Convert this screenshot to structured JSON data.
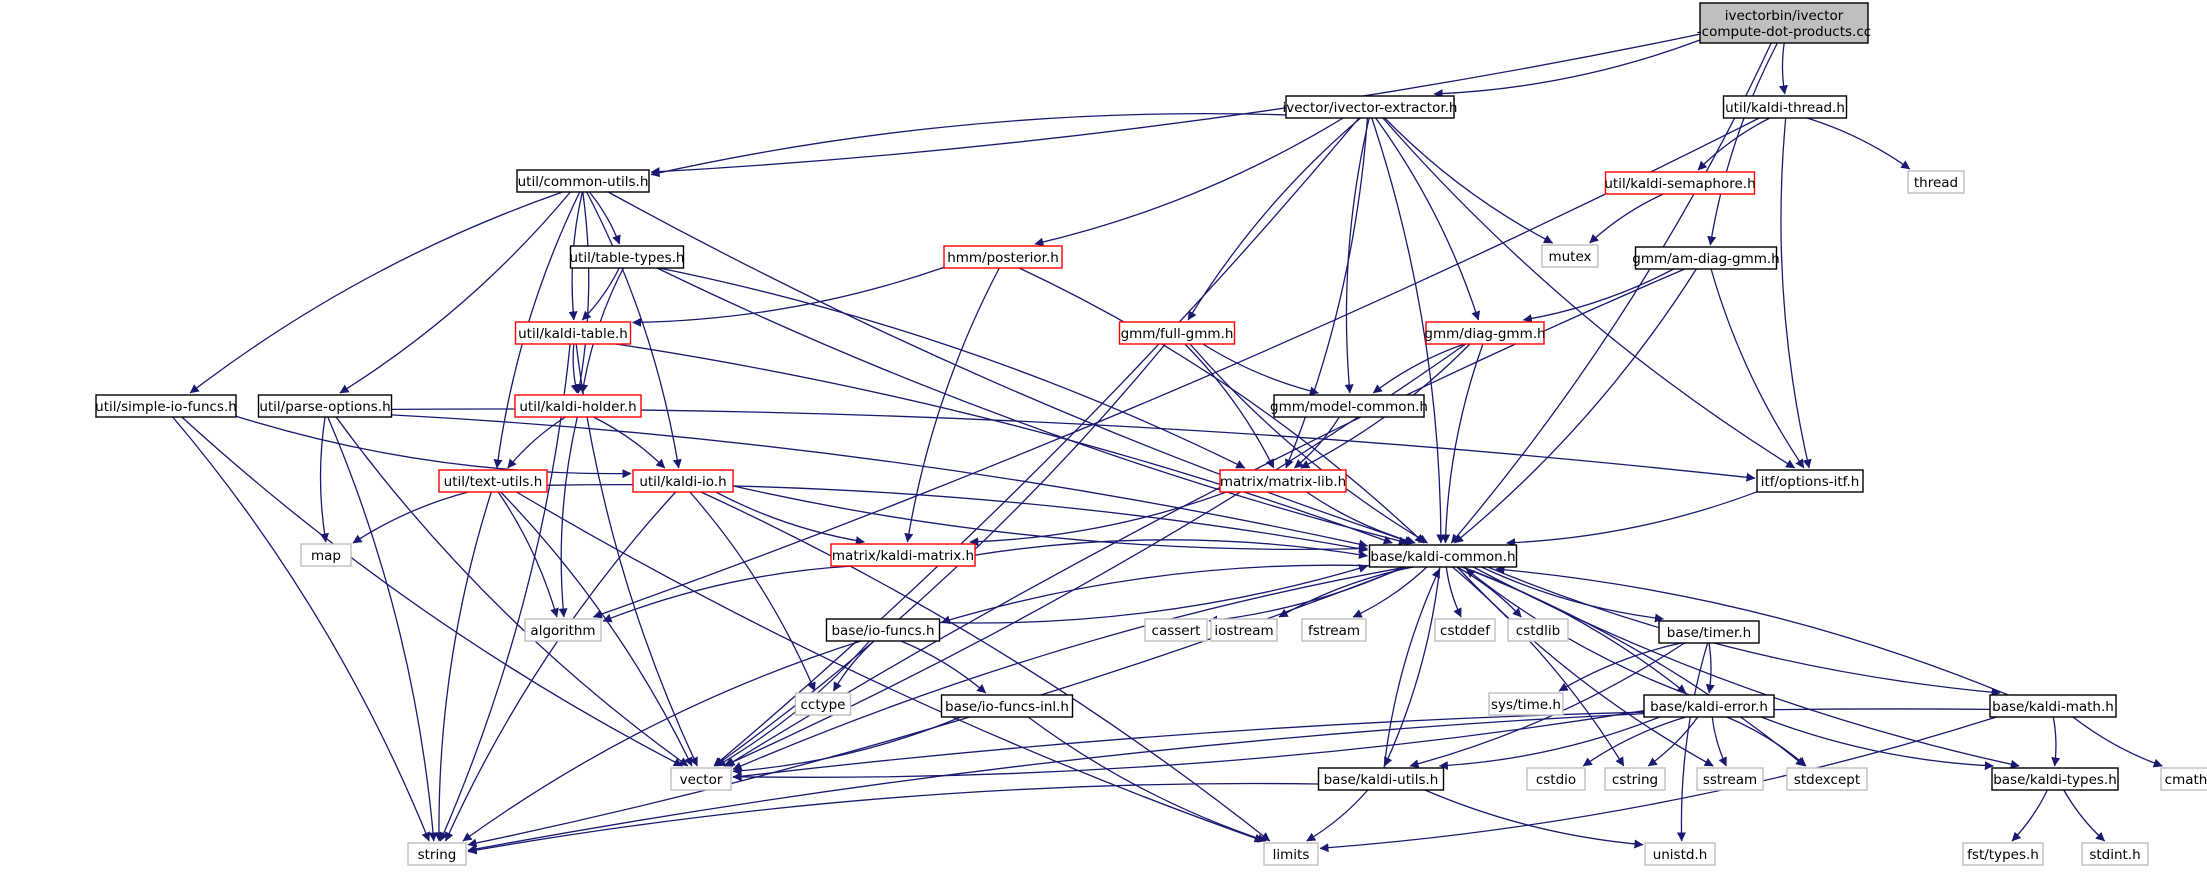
{
  "colors": {
    "edge": "#191970",
    "root_fill": "#bfbfbf",
    "root_border": "#000000",
    "documented_border": "#000000",
    "incomplete_border": "#ff0000",
    "system_border": "#bfbfbf",
    "system_text": "#555555"
  },
  "nodes": [
    {
      "id": "root",
      "lines": [
        "ivectorbin/ivector",
        "-compute-dot-products.cc"
      ],
      "kind": "root"
    },
    {
      "id": "ivector-extractor",
      "lines": [
        "ivector/ivector-extractor.h"
      ],
      "kind": "documented"
    },
    {
      "id": "kaldi-thread",
      "lines": [
        "util/kaldi-thread.h"
      ],
      "kind": "documented"
    },
    {
      "id": "common-utils",
      "lines": [
        "util/common-utils.h"
      ],
      "kind": "documented"
    },
    {
      "id": "kaldi-semaphore",
      "lines": [
        "util/kaldi-semaphore.h"
      ],
      "kind": "incomplete"
    },
    {
      "id": "thread",
      "lines": [
        "thread"
      ],
      "kind": "system"
    },
    {
      "id": "mutex",
      "lines": [
        "mutex"
      ],
      "kind": "system"
    },
    {
      "id": "am-diag-gmm",
      "lines": [
        "gmm/am-diag-gmm.h"
      ],
      "kind": "documented"
    },
    {
      "id": "table-types",
      "lines": [
        "util/table-types.h"
      ],
      "kind": "documented"
    },
    {
      "id": "posterior",
      "lines": [
        "hmm/posterior.h"
      ],
      "kind": "incomplete"
    },
    {
      "id": "kaldi-table",
      "lines": [
        "util/kaldi-table.h"
      ],
      "kind": "incomplete"
    },
    {
      "id": "full-gmm",
      "lines": [
        "gmm/full-gmm.h"
      ],
      "kind": "incomplete"
    },
    {
      "id": "diag-gmm",
      "lines": [
        "gmm/diag-gmm.h"
      ],
      "kind": "incomplete"
    },
    {
      "id": "simple-io-funcs",
      "lines": [
        "util/simple-io-funcs.h"
      ],
      "kind": "documented"
    },
    {
      "id": "parse-options",
      "lines": [
        "util/parse-options.h"
      ],
      "kind": "documented"
    },
    {
      "id": "kaldi-holder",
      "lines": [
        "util/kaldi-holder.h"
      ],
      "kind": "incomplete"
    },
    {
      "id": "model-common",
      "lines": [
        "gmm/model-common.h"
      ],
      "kind": "documented"
    },
    {
      "id": "text-utils",
      "lines": [
        "util/text-utils.h"
      ],
      "kind": "incomplete"
    },
    {
      "id": "kaldi-io",
      "lines": [
        "util/kaldi-io.h"
      ],
      "kind": "incomplete"
    },
    {
      "id": "matrix-lib",
      "lines": [
        "matrix/matrix-lib.h"
      ],
      "kind": "incomplete"
    },
    {
      "id": "options-itf",
      "lines": [
        "itf/options-itf.h"
      ],
      "kind": "documented"
    },
    {
      "id": "map",
      "lines": [
        "map"
      ],
      "kind": "system"
    },
    {
      "id": "kaldi-matrix",
      "lines": [
        "matrix/kaldi-matrix.h"
      ],
      "kind": "incomplete"
    },
    {
      "id": "kaldi-common",
      "lines": [
        "base/kaldi-common.h"
      ],
      "kind": "documented"
    },
    {
      "id": "algorithm",
      "lines": [
        "algorithm"
      ],
      "kind": "system"
    },
    {
      "id": "io-funcs",
      "lines": [
        "base/io-funcs.h"
      ],
      "kind": "documented"
    },
    {
      "id": "cassert",
      "lines": [
        "cassert"
      ],
      "kind": "system"
    },
    {
      "id": "iostream",
      "lines": [
        "iostream"
      ],
      "kind": "system"
    },
    {
      "id": "fstream",
      "lines": [
        "fstream"
      ],
      "kind": "system"
    },
    {
      "id": "cstddef",
      "lines": [
        "cstddef"
      ],
      "kind": "system"
    },
    {
      "id": "cstdlib",
      "lines": [
        "cstdlib"
      ],
      "kind": "system"
    },
    {
      "id": "timer",
      "lines": [
        "base/timer.h"
      ],
      "kind": "documented"
    },
    {
      "id": "sys-time",
      "lines": [
        "sys/time.h"
      ],
      "kind": "system"
    },
    {
      "id": "cctype",
      "lines": [
        "cctype"
      ],
      "kind": "system"
    },
    {
      "id": "io-funcs-inl",
      "lines": [
        "base/io-funcs-inl.h"
      ],
      "kind": "documented"
    },
    {
      "id": "kaldi-error",
      "lines": [
        "base/kaldi-error.h"
      ],
      "kind": "documented"
    },
    {
      "id": "kaldi-math",
      "lines": [
        "base/kaldi-math.h"
      ],
      "kind": "documented"
    },
    {
      "id": "vector",
      "lines": [
        "vector"
      ],
      "kind": "system"
    },
    {
      "id": "kaldi-utils",
      "lines": [
        "base/kaldi-utils.h"
      ],
      "kind": "documented"
    },
    {
      "id": "cstdio",
      "lines": [
        "cstdio"
      ],
      "kind": "system"
    },
    {
      "id": "cstring",
      "lines": [
        "cstring"
      ],
      "kind": "system"
    },
    {
      "id": "sstream",
      "lines": [
        "sstream"
      ],
      "kind": "system"
    },
    {
      "id": "stdexcept",
      "lines": [
        "stdexcept"
      ],
      "kind": "system"
    },
    {
      "id": "kaldi-types",
      "lines": [
        "base/kaldi-types.h"
      ],
      "kind": "documented"
    },
    {
      "id": "cmath",
      "lines": [
        "cmath"
      ],
      "kind": "system"
    },
    {
      "id": "string",
      "lines": [
        "string"
      ],
      "kind": "system"
    },
    {
      "id": "limits",
      "lines": [
        "limits"
      ],
      "kind": "system"
    },
    {
      "id": "unistd",
      "lines": [
        "unistd.h"
      ],
      "kind": "system"
    },
    {
      "id": "fst-types",
      "lines": [
        "fst/types.h"
      ],
      "kind": "system"
    },
    {
      "id": "stdint",
      "lines": [
        "stdint.h"
      ],
      "kind": "system"
    }
  ],
  "edges": [
    [
      "root",
      "ivector-extractor"
    ],
    [
      "root",
      "kaldi-thread"
    ],
    [
      "root",
      "common-utils"
    ],
    [
      "root",
      "am-diag-gmm"
    ],
    [
      "root",
      "kaldi-common"
    ],
    [
      "ivector-extractor",
      "common-utils"
    ],
    [
      "ivector-extractor",
      "vector"
    ],
    [
      "ivector-extractor",
      "mutex"
    ],
    [
      "ivector-extractor",
      "posterior"
    ],
    [
      "ivector-extractor",
      "full-gmm"
    ],
    [
      "ivector-extractor",
      "diag-gmm"
    ],
    [
      "ivector-extractor",
      "model-common"
    ],
    [
      "ivector-extractor",
      "matrix-lib"
    ],
    [
      "ivector-extractor",
      "options-itf"
    ],
    [
      "ivector-extractor",
      "kaldi-common"
    ],
    [
      "kaldi-thread",
      "kaldi-semaphore"
    ],
    [
      "kaldi-thread",
      "thread"
    ],
    [
      "kaldi-thread",
      "options-itf"
    ],
    [
      "kaldi-thread",
      "algorithm"
    ],
    [
      "kaldi-semaphore",
      "mutex"
    ],
    [
      "common-utils",
      "table-types"
    ],
    [
      "common-utils",
      "kaldi-table"
    ],
    [
      "common-utils",
      "kaldi-holder"
    ],
    [
      "common-utils",
      "simple-io-funcs"
    ],
    [
      "common-utils",
      "parse-options"
    ],
    [
      "common-utils",
      "text-utils"
    ],
    [
      "common-utils",
      "kaldi-io"
    ],
    [
      "common-utils",
      "kaldi-common"
    ],
    [
      "am-diag-gmm",
      "diag-gmm"
    ],
    [
      "am-diag-gmm",
      "options-itf"
    ],
    [
      "am-diag-gmm",
      "kaldi-common"
    ],
    [
      "am-diag-gmm",
      "vector"
    ],
    [
      "table-types",
      "kaldi-table"
    ],
    [
      "table-types",
      "kaldi-holder"
    ],
    [
      "table-types",
      "matrix-lib"
    ],
    [
      "table-types",
      "kaldi-common"
    ],
    [
      "posterior",
      "kaldi-table"
    ],
    [
      "posterior",
      "kaldi-matrix"
    ],
    [
      "posterior",
      "kaldi-common"
    ],
    [
      "kaldi-table",
      "kaldi-holder"
    ],
    [
      "kaldi-table",
      "string"
    ],
    [
      "kaldi-table",
      "vector"
    ],
    [
      "kaldi-table",
      "kaldi-common"
    ],
    [
      "full-gmm",
      "model-common"
    ],
    [
      "full-gmm",
      "matrix-lib"
    ],
    [
      "full-gmm",
      "kaldi-common"
    ],
    [
      "full-gmm",
      "vector"
    ],
    [
      "diag-gmm",
      "model-common"
    ],
    [
      "diag-gmm",
      "matrix-lib"
    ],
    [
      "diag-gmm",
      "kaldi-common"
    ],
    [
      "diag-gmm",
      "vector"
    ],
    [
      "simple-io-funcs",
      "kaldi-io"
    ],
    [
      "simple-io-funcs",
      "string"
    ],
    [
      "simple-io-funcs",
      "vector"
    ],
    [
      "parse-options",
      "options-itf"
    ],
    [
      "parse-options",
      "map"
    ],
    [
      "parse-options",
      "string"
    ],
    [
      "parse-options",
      "vector"
    ],
    [
      "parse-options",
      "kaldi-common"
    ],
    [
      "kaldi-holder",
      "text-utils"
    ],
    [
      "kaldi-holder",
      "kaldi-io"
    ],
    [
      "kaldi-holder",
      "algorithm"
    ],
    [
      "model-common",
      "matrix-lib"
    ],
    [
      "text-utils",
      "map"
    ],
    [
      "text-utils",
      "algorithm"
    ],
    [
      "text-utils",
      "string"
    ],
    [
      "text-utils",
      "vector"
    ],
    [
      "text-utils",
      "limits"
    ],
    [
      "text-utils",
      "kaldi-common"
    ],
    [
      "kaldi-io",
      "kaldi-matrix"
    ],
    [
      "kaldi-io",
      "cctype"
    ],
    [
      "kaldi-io",
      "string"
    ],
    [
      "kaldi-io",
      "limits"
    ],
    [
      "kaldi-io",
      "kaldi-common"
    ],
    [
      "matrix-lib",
      "kaldi-matrix"
    ],
    [
      "matrix-lib",
      "kaldi-common"
    ],
    [
      "options-itf",
      "kaldi-common"
    ],
    [
      "kaldi-matrix",
      "algorithm"
    ],
    [
      "kaldi-matrix",
      "kaldi-common"
    ],
    [
      "kaldi-common",
      "io-funcs"
    ],
    [
      "kaldi-common",
      "cassert"
    ],
    [
      "kaldi-common",
      "iostream"
    ],
    [
      "kaldi-common",
      "fstream"
    ],
    [
      "kaldi-common",
      "cstddef"
    ],
    [
      "kaldi-common",
      "cstdlib"
    ],
    [
      "kaldi-common",
      "timer"
    ],
    [
      "kaldi-common",
      "kaldi-error"
    ],
    [
      "kaldi-common",
      "kaldi-math"
    ],
    [
      "kaldi-common",
      "kaldi-utils"
    ],
    [
      "kaldi-common",
      "kaldi-types"
    ],
    [
      "kaldi-common",
      "string"
    ],
    [
      "kaldi-common",
      "vector"
    ],
    [
      "kaldi-common",
      "cstring"
    ],
    [
      "kaldi-common",
      "sstream"
    ],
    [
      "kaldi-common",
      "stdexcept"
    ],
    [
      "io-funcs",
      "kaldi-common"
    ],
    [
      "io-funcs",
      "io-funcs-inl"
    ],
    [
      "io-funcs",
      "cctype"
    ],
    [
      "io-funcs",
      "vector"
    ],
    [
      "io-funcs",
      "string"
    ],
    [
      "io-funcs-inl",
      "vector"
    ],
    [
      "io-funcs-inl",
      "limits"
    ],
    [
      "timer",
      "kaldi-error"
    ],
    [
      "timer",
      "sys-time"
    ],
    [
      "timer",
      "kaldi-utils"
    ],
    [
      "timer",
      "unistd"
    ],
    [
      "kaldi-error",
      "kaldi-common"
    ],
    [
      "kaldi-error",
      "kaldi-types"
    ],
    [
      "kaldi-error",
      "kaldi-utils"
    ],
    [
      "kaldi-error",
      "cstdio"
    ],
    [
      "kaldi-error",
      "cstring"
    ],
    [
      "kaldi-error",
      "sstream"
    ],
    [
      "kaldi-error",
      "stdexcept"
    ],
    [
      "kaldi-error",
      "string"
    ],
    [
      "kaldi-error",
      "vector"
    ],
    [
      "kaldi-math",
      "kaldi-common"
    ],
    [
      "kaldi-math",
      "kaldi-types"
    ],
    [
      "kaldi-math",
      "cmath"
    ],
    [
      "kaldi-math",
      "limits"
    ],
    [
      "kaldi-math",
      "vector"
    ],
    [
      "kaldi-utils",
      "kaldi-common"
    ],
    [
      "kaldi-utils",
      "string"
    ],
    [
      "kaldi-utils",
      "limits"
    ],
    [
      "kaldi-utils",
      "unistd"
    ],
    [
      "kaldi-types",
      "fst-types"
    ],
    [
      "kaldi-types",
      "stdint"
    ]
  ]
}
